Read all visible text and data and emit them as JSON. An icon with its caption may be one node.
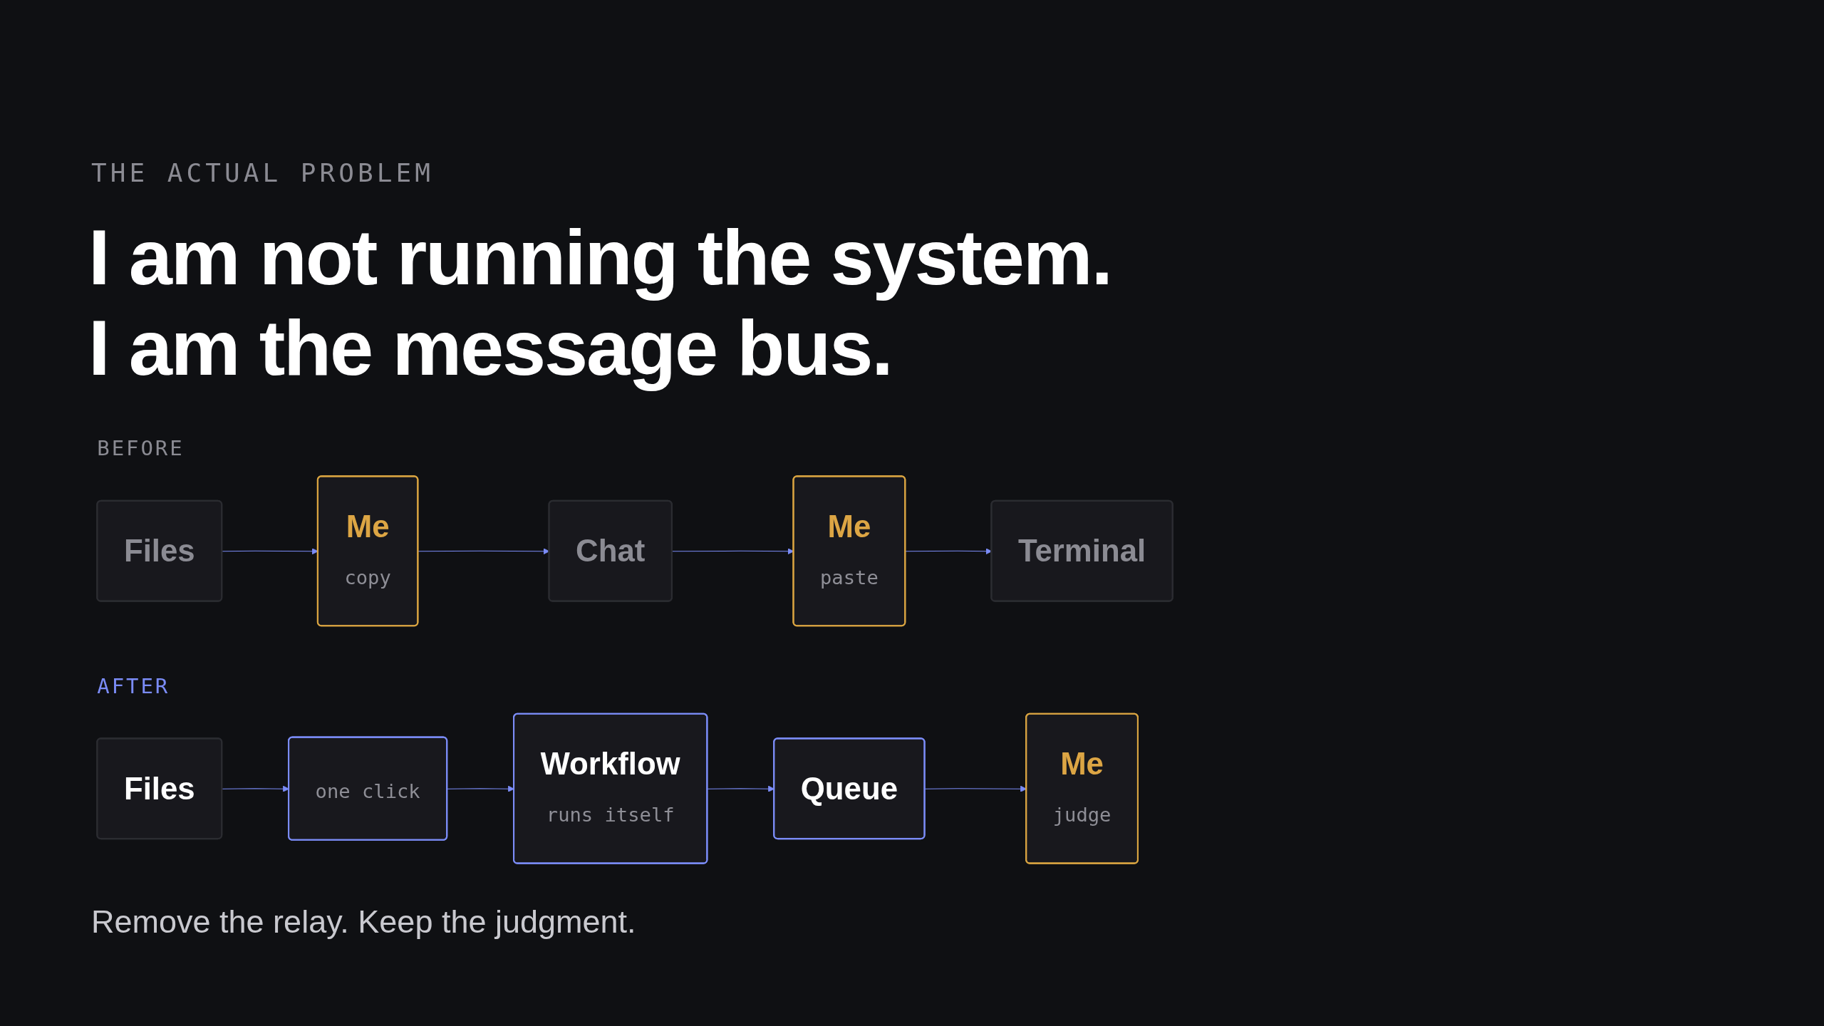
{
  "diagram": {
    "title": "I am not running the system. I am the message bus.",
    "caption": "Remove the relay. Keep the judgment.",
    "nodes": [
      {
        "text": [
          "Files"
        ]
      },
      {
        "text": [
          "Me",
          "copy"
        ]
      },
      {
        "text": [
          "Chat"
        ]
      },
      {
        "text": [
          "Me",
          "paste"
        ]
      },
      {
        "text": [
          "Terminal"
        ]
      },
      {
        "text": [
          "Files"
        ]
      },
      {
        "text": [
          "one click"
        ]
      },
      {
        "text": [
          "Workflow",
          "runs itself"
        ]
      },
      {
        "text": [
          "Queue"
        ]
      },
      {
        "text": [
          "Me",
          "judge"
        ]
      }
    ],
    "edges": [
      {
        "from": 0,
        "to": 1,
        "arrow": "to"
      },
      {
        "from": 1,
        "to": 2,
        "arrow": "to"
      },
      {
        "from": 2,
        "to": 3,
        "arrow": "to"
      },
      {
        "from": 3,
        "to": 4,
        "arrow": "to"
      },
      {
        "from": 5,
        "to": 6,
        "arrow": "to"
      },
      {
        "from": 6,
        "to": 7,
        "arrow": "to"
      },
      {
        "from": 7,
        "to": 8,
        "arrow": "to"
      },
      {
        "from": 8,
        "to": 9,
        "arrow": "to"
      }
    ],
    "labels": [
      "THE ACTUAL PROBLEM",
      "BEFORE",
      "AFTER"
    ]
  }
}
